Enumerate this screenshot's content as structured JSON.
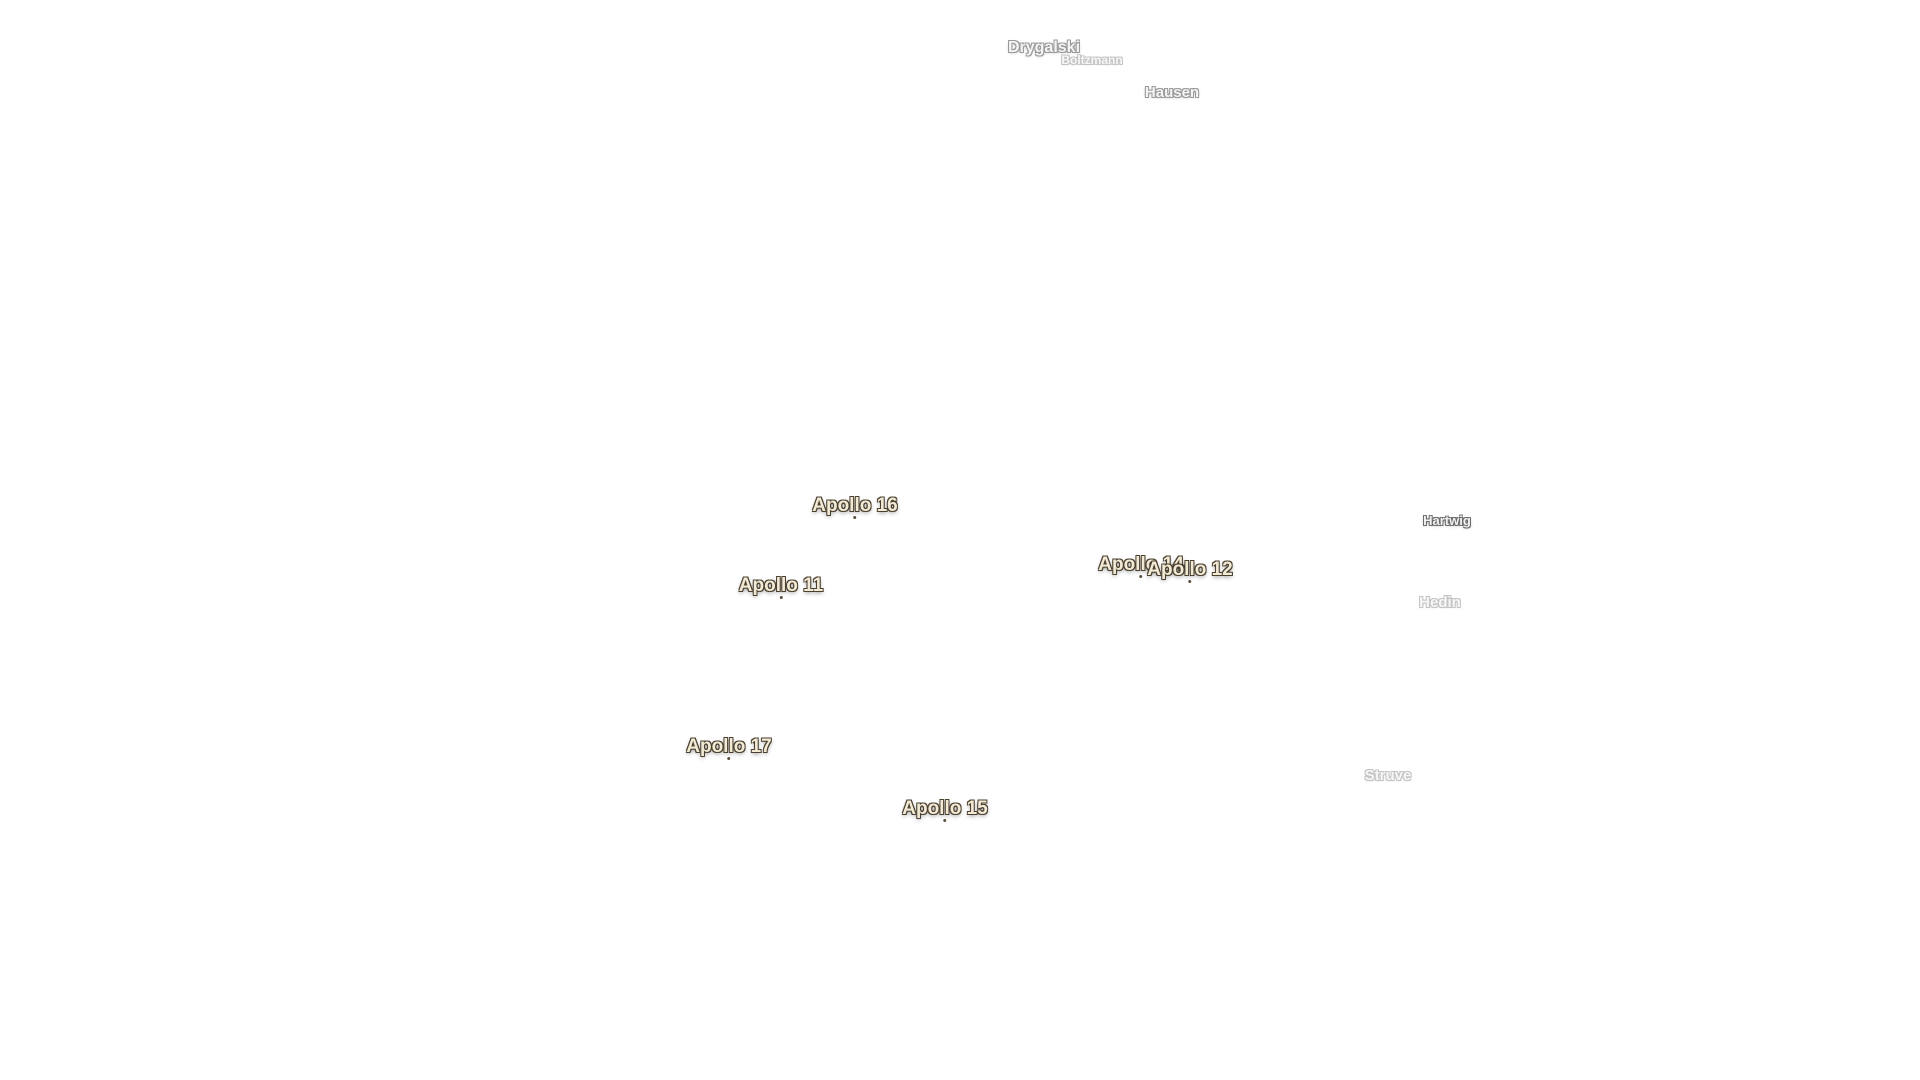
{
  "craters": {
    "drygalski": "Drygalski",
    "boltzmann": "Boltzmann",
    "hausen": "Hausen",
    "hartwig": "Hartwig",
    "hedin": "Hedin",
    "struve": "Struve"
  },
  "landing_sites": {
    "apollo11": "Apollo 11",
    "apollo12": "Apollo 12",
    "apollo14": "Apollo 14",
    "apollo15": "Apollo 15",
    "apollo16": "Apollo 16",
    "apollo17": "Apollo 17"
  },
  "colors": {
    "background": "#ffffff",
    "site_label_fill": "#f3ead6",
    "site_label_outline": "#4a4030",
    "crater_label_outline_dark": "#6a6a6a",
    "crater_label_outline_mid": "#9a9a9a",
    "crater_label_outline_light": "#c4c4c4"
  }
}
